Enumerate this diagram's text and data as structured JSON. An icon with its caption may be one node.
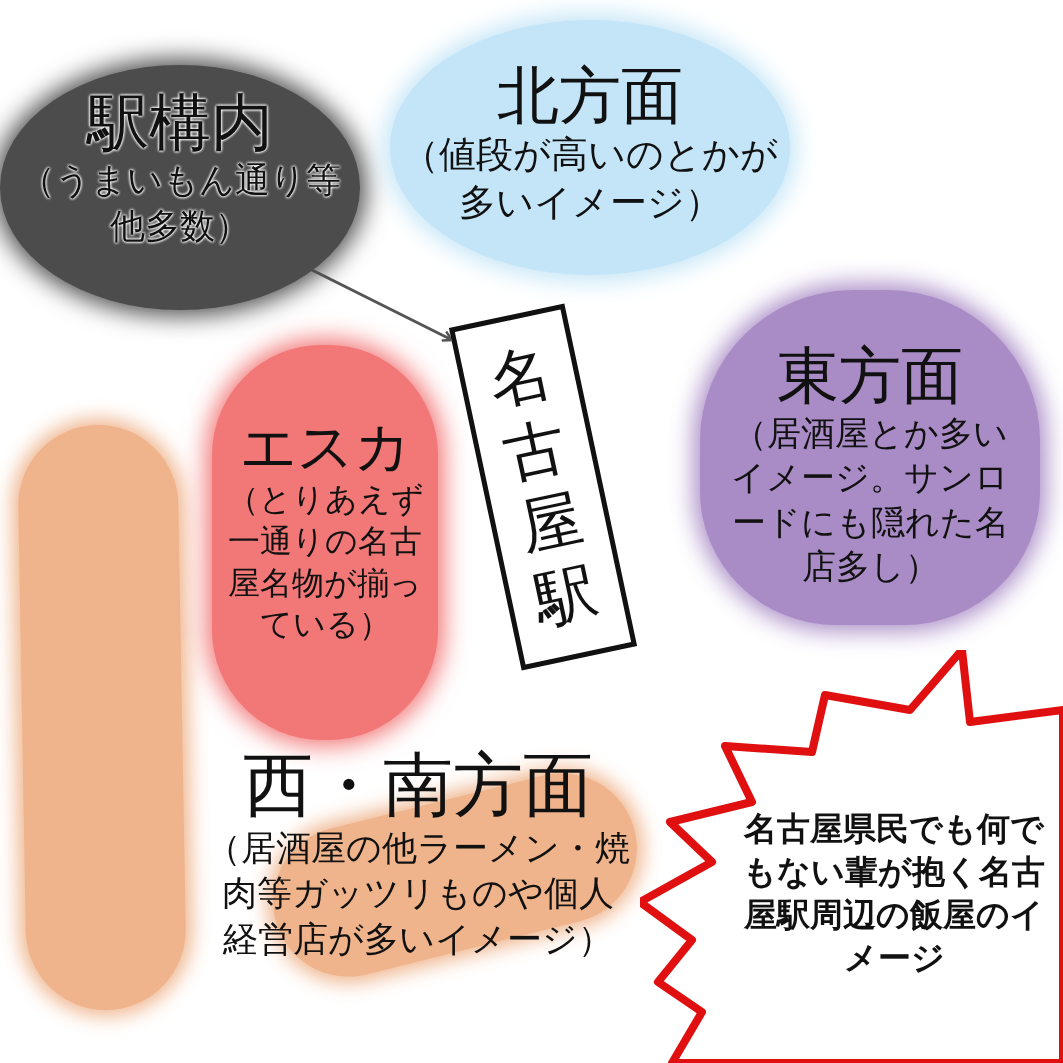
{
  "diagram": {
    "nodes": [
      {
        "text": [
          "駅構内",
          "（うまいもん通り等他多数）"
        ]
      },
      {
        "text": [
          "北方面",
          "（値段が高いのとかが多いイメージ）"
        ]
      },
      {
        "text": [
          "名古屋駅"
        ]
      },
      {
        "text": [
          "東方面",
          "（居酒屋とか多いイメージ。サンロードにも隠れた名店多し）"
        ]
      },
      {
        "text": [
          "エスカ",
          "（とりあえず一通りの名古屋名物が揃っている）"
        ]
      },
      {
        "text": [
          "西・南方面",
          "（居酒屋の他ラーメン・焼肉等ガッツリものや個人経営店が多いイメージ）"
        ]
      },
      {
        "text": [
          "名古屋県民でも何でもない輩が抱く名古屋駅周辺の飯屋のイメージ"
        ]
      },
      {
        "text": [],
        "shape": "bar"
      }
    ],
    "edges": [
      {
        "from": 0,
        "to": 2,
        "arrow": "to"
      }
    ]
  }
}
